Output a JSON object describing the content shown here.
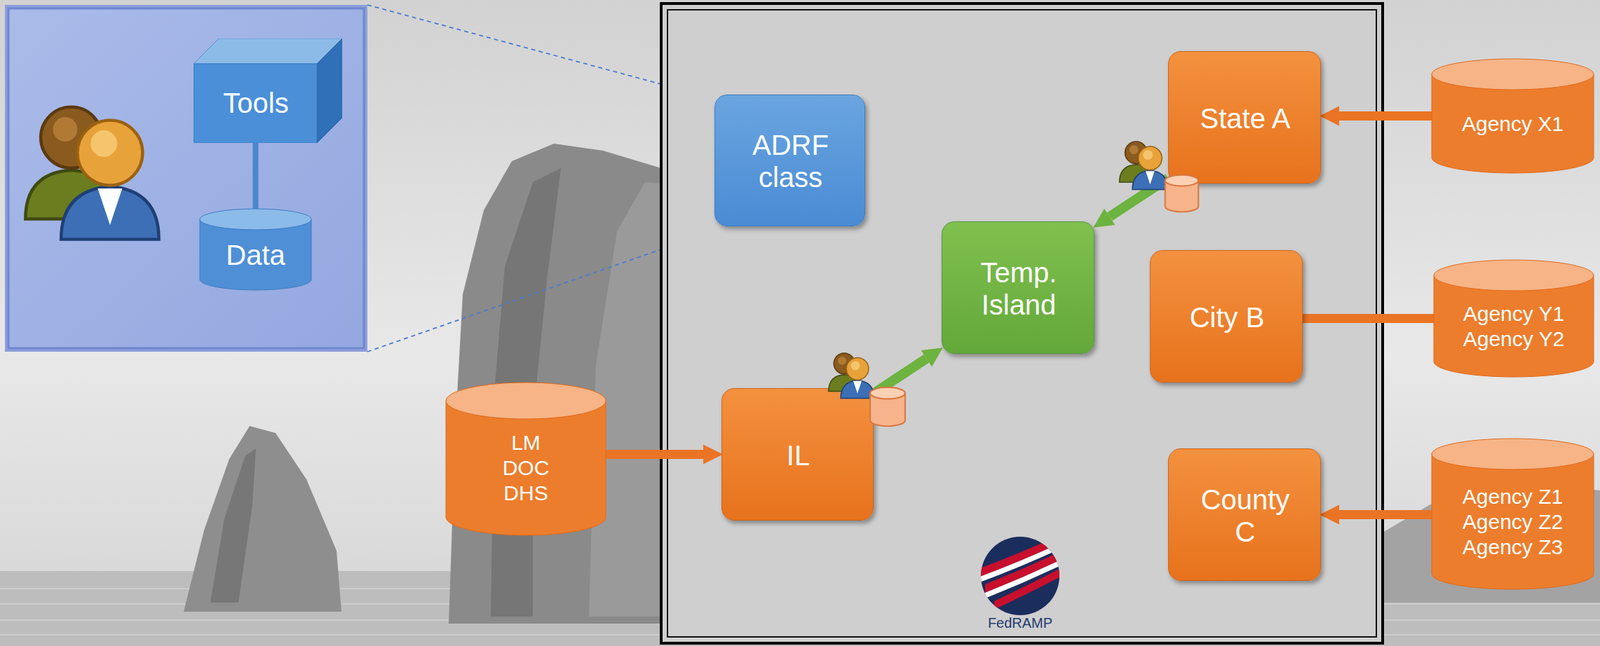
{
  "diagram": {
    "nodes": [
      {
        "text": [
          "Tools"
        ]
      },
      {
        "text": [
          "Data"
        ]
      },
      {
        "text": [
          "ADRF class"
        ]
      },
      {
        "text": [
          "State A"
        ]
      },
      {
        "text": [
          "Agency X1"
        ]
      },
      {
        "text": [
          "Temp. Island"
        ]
      },
      {
        "text": [
          "City B"
        ]
      },
      {
        "text": [
          "Agency Y1",
          "Agency Y2"
        ]
      },
      {
        "text": [
          "LM",
          "DOC",
          "DHS"
        ]
      },
      {
        "text": [
          "IL"
        ]
      },
      {
        "text": [
          "County C"
        ]
      },
      {
        "text": [
          "Agency Z1",
          "Agency Z2",
          "Agency Z3"
        ]
      }
    ],
    "edges": [
      {
        "from": 0,
        "to": 1,
        "arrow": "none"
      },
      {
        "from": 8,
        "to": 9,
        "arrow": "to"
      },
      {
        "from": 9,
        "to": 5,
        "arrow": "to"
      },
      {
        "from": 3,
        "to": 5,
        "arrow": "to"
      },
      {
        "from": 4,
        "to": 3,
        "arrow": "to"
      },
      {
        "from": 7,
        "to": 6,
        "arrow": "none"
      },
      {
        "from": 11,
        "to": 10,
        "arrow": "to"
      }
    ],
    "labels": [
      "FedRAMP"
    ]
  }
}
